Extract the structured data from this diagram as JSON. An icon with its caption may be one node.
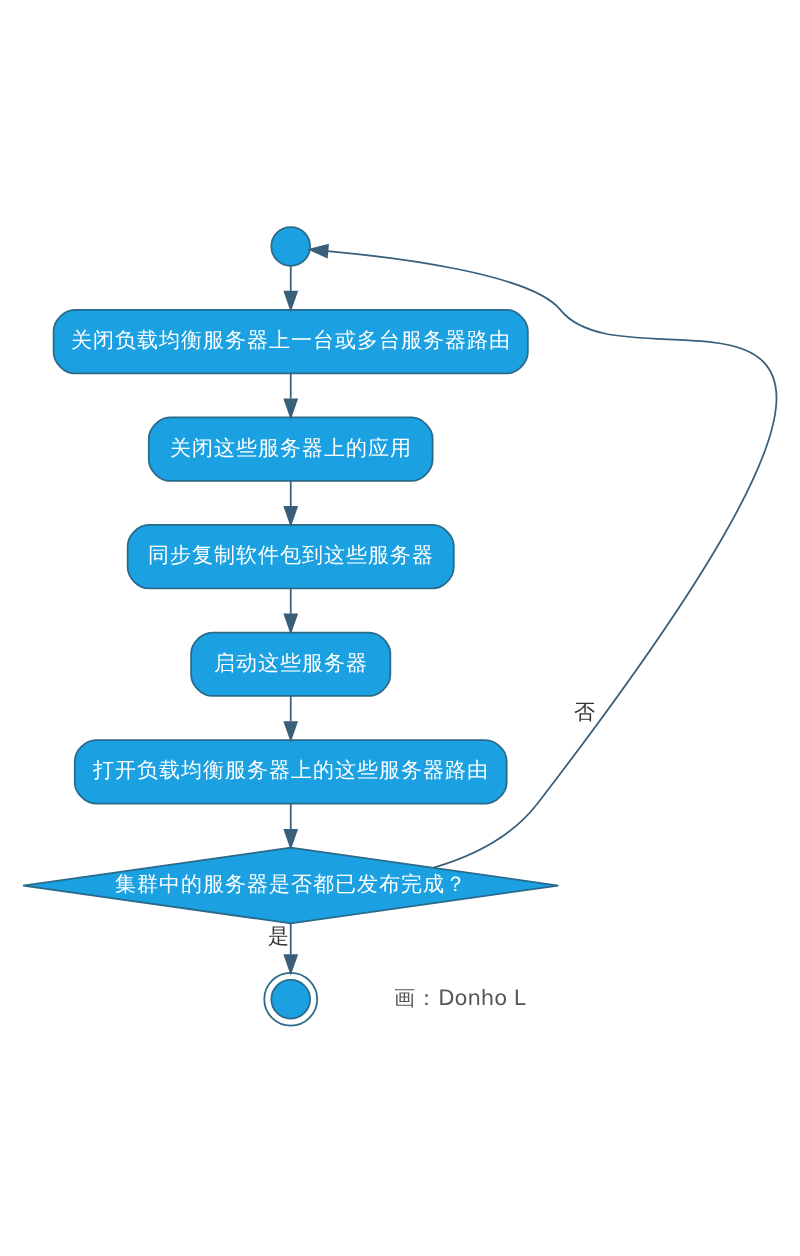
{
  "diagram": {
    "nodes": [
      {
        "text": [],
        "shape": "circle"
      },
      {
        "text": [
          "关闭负载均衡服务器上一台或多台服务器路由"
        ]
      },
      {
        "text": [
          "关闭这些服务器上的应用"
        ]
      },
      {
        "text": [
          "同步复制软件包到这些服务器"
        ]
      },
      {
        "text": [
          "启动这些服务器"
        ]
      },
      {
        "text": [
          "打开负载均衡服务器上的这些服务器路由"
        ]
      },
      {
        "text": [
          "集群中的服务器是否都已发布完成？"
        ]
      },
      {
        "text": [],
        "shape": "circle"
      }
    ],
    "edges": [
      {
        "from": 0,
        "to": 1,
        "arrow": "to"
      },
      {
        "from": 1,
        "to": 2,
        "arrow": "to"
      },
      {
        "from": 2,
        "to": 3,
        "arrow": "to"
      },
      {
        "from": 3,
        "to": 4,
        "arrow": "to"
      },
      {
        "from": 4,
        "to": 5,
        "arrow": "to"
      },
      {
        "from": 5,
        "to": 6,
        "arrow": "to"
      },
      {
        "from": 6,
        "to": 0,
        "arrow": "to",
        "label": "否"
      },
      {
        "from": 6,
        "to": 7,
        "arrow": "to",
        "label": "是"
      }
    ],
    "labels": [
      "画：Donho L"
    ]
  }
}
